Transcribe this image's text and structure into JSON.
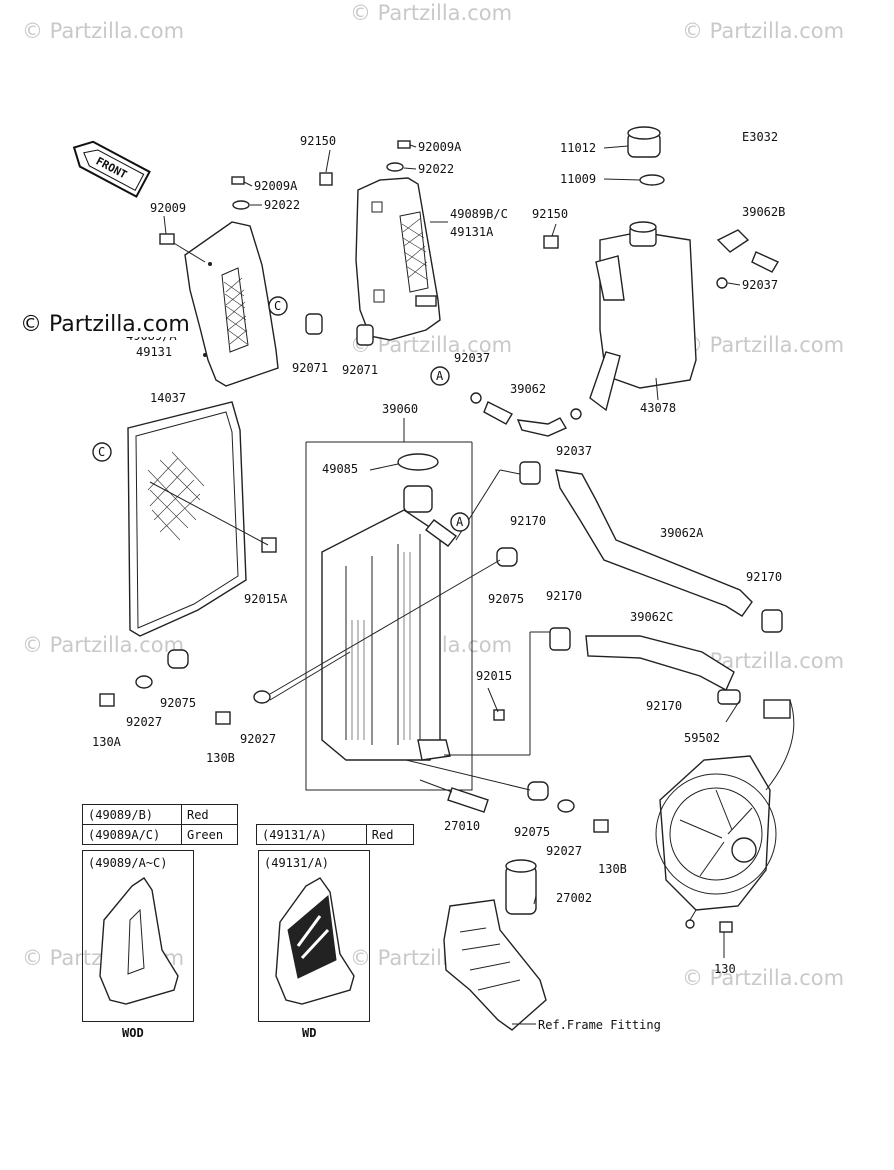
{
  "watermark": "© Partzilla.com",
  "copyright": "© Partzilla.com",
  "diagram_code": "E3032",
  "front_label": "FRONT",
  "callouts": [
    "A",
    "C"
  ],
  "labels": {
    "p92150_top": "92150",
    "p92009A_top": "92009A",
    "p92022_top": "92022",
    "p11012": "11012",
    "p11009": "11009",
    "p92009A_mid": "92009A",
    "p92022_mid": "92022",
    "p92009": "92009",
    "p49089BC": "49089B/C",
    "p49131A_r": "49131A",
    "p92150_r": "92150",
    "p39062B": "39062B",
    "p92037_r": "92037",
    "p49089A": "49089/A",
    "p49131": "49131",
    "p92071_a": "92071",
    "p92071_b": "92071",
    "p92037_m": "92037",
    "p39062": "39062",
    "p43078": "43078",
    "p14037": "14037",
    "p39060": "39060",
    "p92037_b": "92037",
    "p49085": "49085",
    "p92170_a": "92170",
    "p39062A": "39062A",
    "p92015A": "92015A",
    "p92075_a": "92075",
    "p92170_b": "92170",
    "p92170_c": "92170",
    "p39062C": "39062C",
    "p92075_b": "92075",
    "p92027_a": "92027",
    "p130A": "130A",
    "p92015": "92015",
    "p92027_b": "92027",
    "p130B_a": "130B",
    "p92170_d": "92170",
    "p59502": "59502",
    "p27010": "27010",
    "p92075_c": "92075",
    "p92027_c": "92027",
    "p130B_b": "130B",
    "p27002": "27002",
    "p130": "130",
    "ref_frame": "Ref.Frame Fitting"
  },
  "color_table_1": [
    {
      "part": "(49089/B)",
      "color": "Red"
    },
    {
      "part": "(49089A/C)",
      "color": "Green"
    }
  ],
  "color_table_2": [
    {
      "part": "(49131/A)",
      "color": "Red"
    }
  ],
  "inset_left": {
    "title": "(49089/A~C)",
    "caption": "WOD"
  },
  "inset_right": {
    "title": "(49131/A)",
    "caption": "WD"
  }
}
